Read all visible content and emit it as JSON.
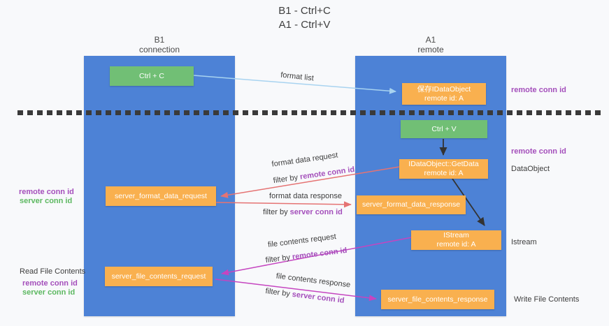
{
  "title": {
    "line1": "B1 - Ctrl+C",
    "line2": "A1 - Ctrl+V"
  },
  "columns": {
    "left": {
      "name": "B1",
      "role": "connection"
    },
    "right": {
      "name": "A1",
      "role": "remote"
    }
  },
  "boxes": {
    "ctrl_c": {
      "label": "Ctrl + C"
    },
    "save_idataobject": {
      "line1": "保存IDataObject",
      "line2": "remote id: A"
    },
    "ctrl_v": {
      "label": "Ctrl + V"
    },
    "getdata": {
      "line1": "IDataObject::GetData",
      "line2": "remote id: A"
    },
    "format_request": {
      "label": "server_format_data_request"
    },
    "format_response": {
      "label": "server_format_data_response"
    },
    "istream": {
      "line1": "IStream",
      "line2": "remote id: A"
    },
    "file_request": {
      "label": "server_file_contents_request"
    },
    "file_response": {
      "label": "server_file_contents_response"
    }
  },
  "flow_labels": {
    "format_list": "format list",
    "format_data_request": "format data request",
    "format_data_response": "format data response",
    "file_contents_request": "file contents request",
    "file_contents_response": "file contents response",
    "filter_by": "filter by",
    "remote_conn_id": "remote conn id",
    "server_conn_id": "server conn id"
  },
  "side_labels": {
    "right_remote_conn_id_top": "remote conn id",
    "right_remote_conn_id_mid": "remote conn id",
    "dataobject": "DataObject",
    "istream": "Istream",
    "write_file_contents": "Write File Contents",
    "read_file_contents": "Read File Contents",
    "left_remote_conn_id_mid": "remote conn id",
    "left_server_conn_id_mid": "server conn id",
    "left_remote_conn_id_bottom": "remote conn id",
    "left_server_conn_id_bottom": "server conn id"
  },
  "colors": {
    "column_blue": "#4d82d6",
    "box_green": "#71bf75",
    "box_orange": "#f9b04f",
    "arrow_red": "#e57373",
    "arrow_magenta": "#c545c0",
    "arrow_lightblue": "#a8d3f0",
    "arrow_black": "#333333",
    "text_purple": "#a44fbb",
    "text_green": "#5cb860"
  }
}
